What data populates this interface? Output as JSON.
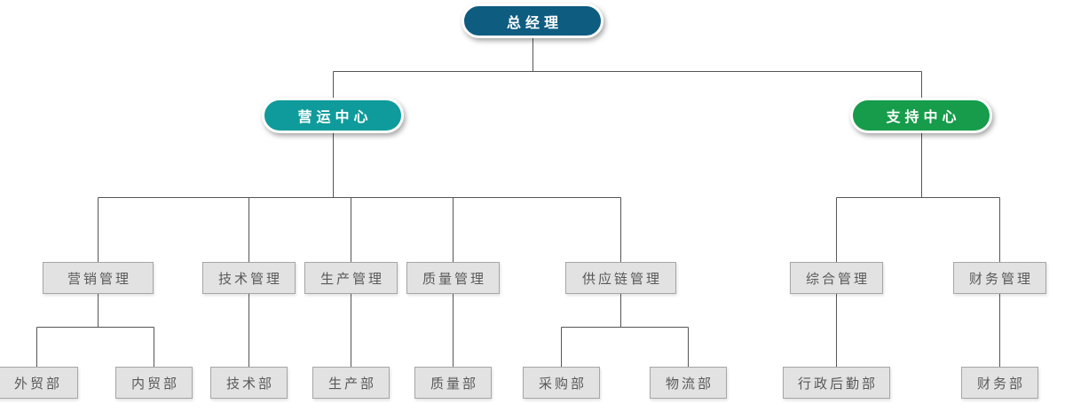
{
  "diagram_type": "org-chart",
  "palette": {
    "node_root": "#0e5c80",
    "node_operations": "#0f9b9b",
    "node_support": "#169c4a",
    "box_bg": "#e2e2e2",
    "box_border": "#a6a6a6",
    "box_text": "#595959",
    "line": "#555555"
  },
  "tree": {
    "label": "总经理",
    "children": [
      {
        "label": "营运中心",
        "children": [
          {
            "label": "营销管理",
            "children": [
              {
                "label": "外贸部"
              },
              {
                "label": "内贸部"
              }
            ]
          },
          {
            "label": "技术管理",
            "children": [
              {
                "label": "技术部"
              }
            ]
          },
          {
            "label": "生产管理",
            "children": [
              {
                "label": "生产部"
              }
            ]
          },
          {
            "label": "质量管理",
            "children": [
              {
                "label": "质量部"
              }
            ]
          },
          {
            "label": "供应链管理",
            "children": [
              {
                "label": "采购部"
              },
              {
                "label": "物流部"
              }
            ]
          }
        ]
      },
      {
        "label": "支持中心",
        "children": [
          {
            "label": "综合管理",
            "children": [
              {
                "label": "行政后勤部"
              }
            ]
          },
          {
            "label": "财务管理",
            "children": [
              {
                "label": "财务部"
              }
            ]
          }
        ]
      }
    ]
  }
}
